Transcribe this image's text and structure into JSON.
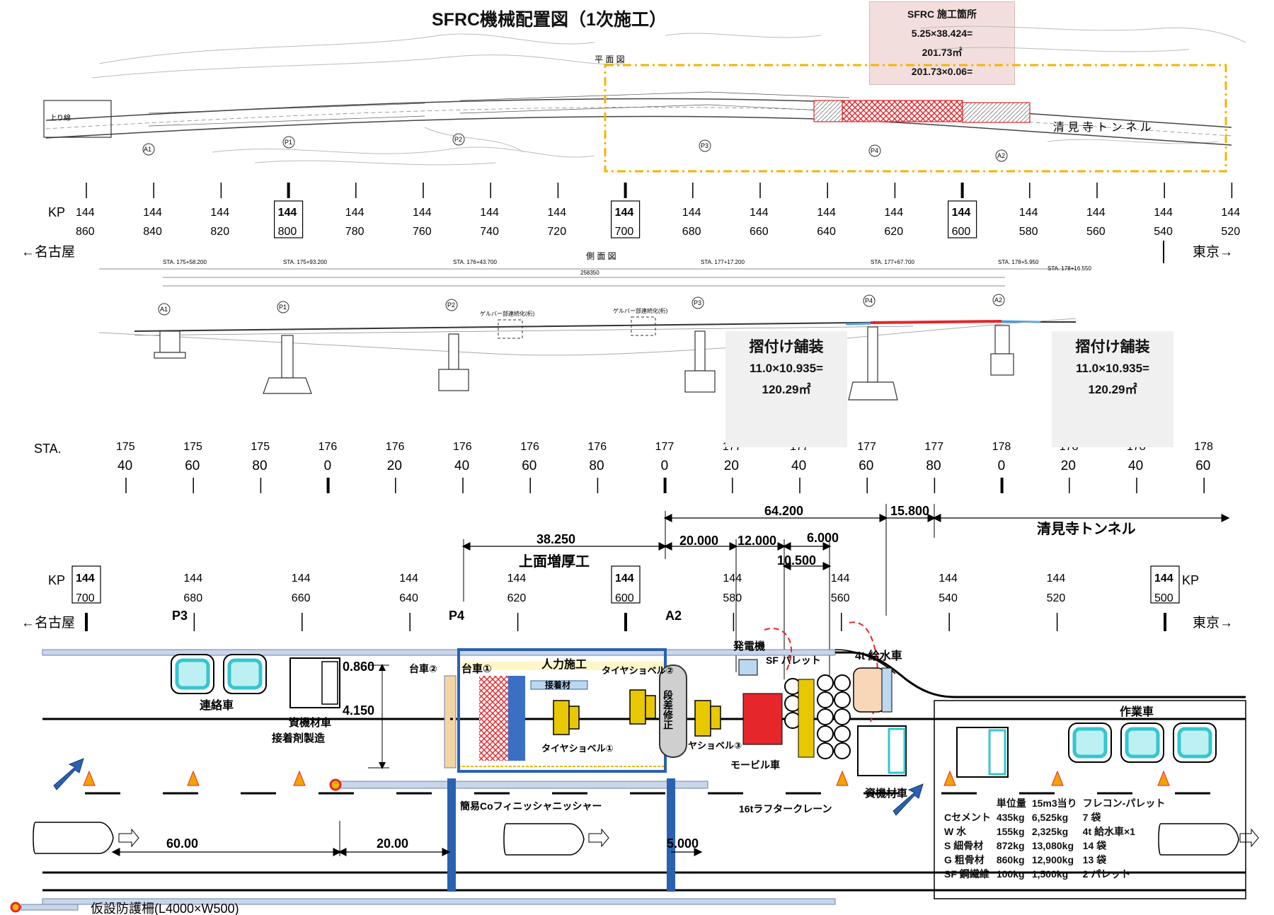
{
  "title": "SFRC機械配置図（1次施工）",
  "sfrc_box": {
    "heading": "SFRC 施工箇所",
    "line1": "5.25×38.424=",
    "line2": "201.73㎡",
    "line3": "201.73×0.06="
  },
  "plan": {
    "label": "平 面 図",
    "piers": [
      "A1",
      "P1",
      "P2",
      "P3",
      "P4",
      "A2"
    ],
    "tunnel_label": "清 見 寺 ト ン ネ ル",
    "up_line": "上り線"
  },
  "kp_top": {
    "label": "KP",
    "prefix": "144",
    "values": [
      "860",
      "840",
      "820",
      "800",
      "780",
      "760",
      "740",
      "720",
      "700",
      "680",
      "660",
      "640",
      "620",
      "600",
      "580",
      "560",
      "540",
      "520"
    ],
    "left_dir": "←名古屋",
    "right_dir": "東京→"
  },
  "side": {
    "label": "側 面 図",
    "stations": [
      "STA. 175+58.200",
      "STA. 175+93.200",
      "STA. 176+43.700",
      "STA. 177+17.200",
      "STA. 177+67.700",
      "STA. 178+5.950",
      "STA. 178+16.550"
    ],
    "total_length": "258350",
    "gerber1": "ゲルバー部連続化(桁)",
    "gerber2": "ゲルバー部連続化(桁)"
  },
  "paving_left": {
    "heading": "摺付け舗装",
    "line1": "11.0×10.935=",
    "line2": "120.29㎡"
  },
  "paving_right": {
    "heading": "摺付け舗装",
    "line1": "11.0×10.935=",
    "line2": "120.29㎡"
  },
  "sta_row": {
    "label": "STA.",
    "tops": [
      "175",
      "175",
      "175",
      "176",
      "176",
      "176",
      "176",
      "176",
      "177",
      "177",
      "177",
      "177",
      "177",
      "178",
      "178",
      "178",
      "178"
    ],
    "bottoms": [
      "40",
      "60",
      "80",
      "0",
      "20",
      "40",
      "60",
      "80",
      "0",
      "20",
      "40",
      "60",
      "80",
      "0",
      "20",
      "40",
      "60"
    ]
  },
  "dims": {
    "d64": "64.200",
    "d15": "15.800",
    "tunnel": "清見寺トンネル",
    "d38": "38.250",
    "overlay": "上面増厚工",
    "d20": "20.000",
    "d12": "12.000",
    "d6": "6.000",
    "d10": "10.500",
    "h1": "0.860",
    "h2": "4.150",
    "b60": "60.00",
    "b20": "20.00",
    "b5": "5.000"
  },
  "kp_bottom": {
    "label_left": "KP",
    "label_right": "KP",
    "prefix": "144",
    "values": [
      "700",
      "680",
      "660",
      "640",
      "620",
      "600",
      "580",
      "560",
      "540",
      "520",
      "500"
    ],
    "left_dir": "←名古屋",
    "right_dir": "東京→",
    "piers": [
      "P3",
      "P4",
      "A2"
    ]
  },
  "equipment": {
    "liaison": "連絡車",
    "material_truck": "資機材車",
    "adhesive": "接着剤製造",
    "cart2": "台車②",
    "cart1": "台車①",
    "manual": "人力施工",
    "tire_shovel_2": "タイヤショベル②",
    "adhesive_mat": "接着材",
    "tire_shovel_1": "タイヤショベル①",
    "tire_shovel_3": "ヤショベル③",
    "finisher": "簡易Coフィニッシャニッシャー",
    "generator": "発電機",
    "sf_pallet": "SF パレット",
    "water_truck": "4t 給水車",
    "mobile": "モービル車",
    "crane": "16tラフタークレーン",
    "material_truck2": "資機材車",
    "work_vehicle": "作業車",
    "mixer": "段差修正",
    "legend": "仮設防護柵(L4000×W500)"
  },
  "mix_table": {
    "headers": [
      "",
      "単位量",
      "15m3当り",
      "フレコン-パレット"
    ],
    "rows": [
      [
        "Cセメント",
        "435kg",
        "6,525kg",
        "7 袋"
      ],
      [
        "W 水",
        "155kg",
        "2,325kg",
        "4t 給水車×1"
      ],
      [
        "S 細骨材",
        "872kg",
        "13,080kg",
        "14 袋"
      ],
      [
        "G 粗骨材",
        "860kg",
        "12,900kg",
        "13 袋"
      ],
      [
        "SF 鋼繊維",
        "100kg",
        "1,500kg",
        "2 パレット"
      ]
    ]
  },
  "colors": {
    "accent_orange": "#f5b400",
    "hatch_red": "#e5262b",
    "box_pink": "#f3dede",
    "road_blue": "#2a61b0",
    "vehicle_cyan": "#35c6cf",
    "machine_yellow": "#e8c800"
  }
}
